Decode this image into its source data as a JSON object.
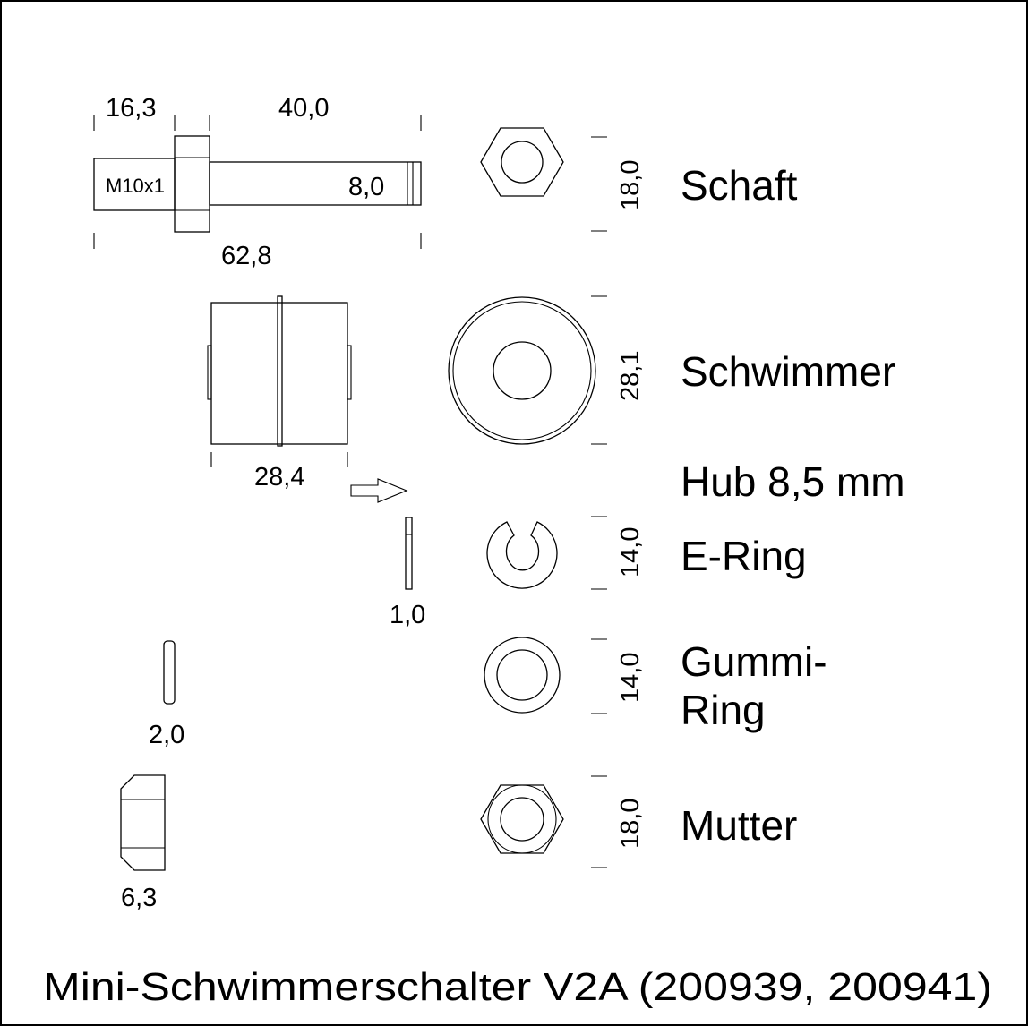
{
  "title": "Mini-Schwimmerschalter V2A (200939, 200941)",
  "parts": {
    "schaft": "Schaft",
    "schwimmer": "Schwimmer",
    "hub": "Hub 8,5 mm",
    "ering": "E-Ring",
    "gummi_line1": "Gummi-",
    "gummi_line2": "Ring",
    "mutter": "Mutter"
  },
  "dimensions": {
    "schaft_thread_len": "16,3",
    "schaft_shaft_len": "40,0",
    "schaft_total_len": "62,8",
    "schaft_thread": "M10x1",
    "schaft_diameter": "8,0",
    "schaft_hex": "18,0",
    "schwimmer_len": "28,4",
    "schwimmer_diameter": "28,1",
    "ering_thickness": "1,0",
    "ering_diameter": "14,0",
    "gummi_thickness": "2,0",
    "gummi_diameter": "14,0",
    "mutter_thickness": "6,3",
    "mutter_hex": "18,0"
  }
}
